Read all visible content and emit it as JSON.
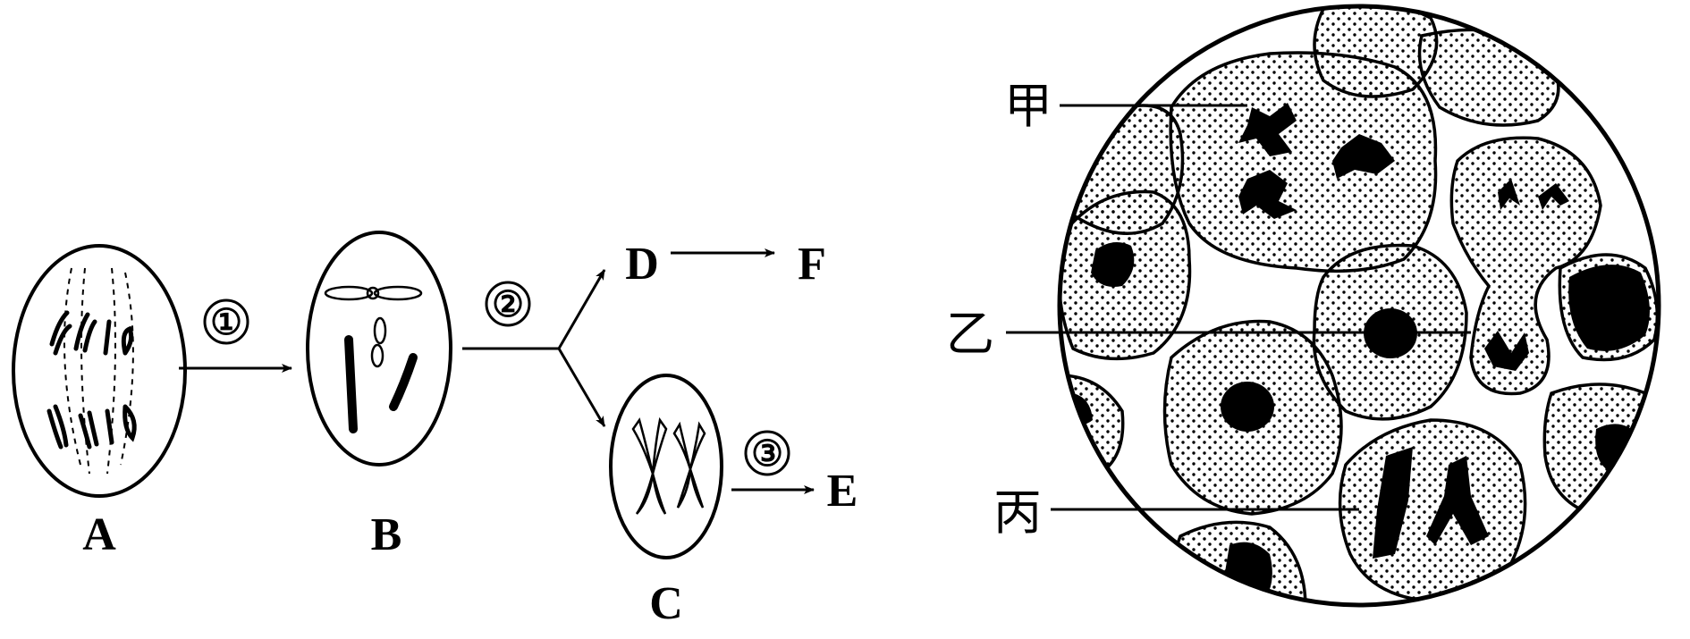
{
  "process": {
    "cells": {
      "A": "A",
      "B": "B",
      "C": "C",
      "D": "D",
      "E": "E",
      "F": "F"
    },
    "steps": {
      "s1": "①",
      "s2": "②",
      "s3": "③"
    }
  },
  "micrograph": {
    "labels": {
      "jia": "甲",
      "yi": "乙",
      "bing": "丙"
    }
  }
}
